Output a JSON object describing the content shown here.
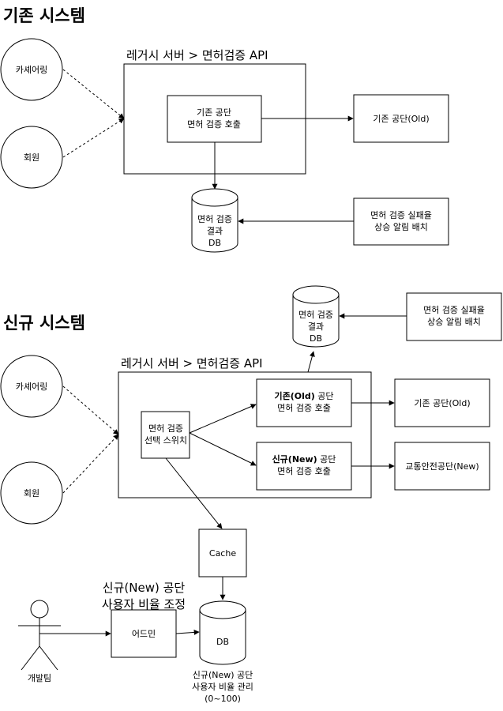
{
  "legacy": {
    "title": "기존 시스템",
    "server_label": "레거시 서버 > 면허검증 API",
    "actor_carsharing": "카셰어링",
    "actor_member": "회원",
    "call_box": [
      "기존 공단",
      "면허 검증 호출"
    ],
    "provider": "기존 공단(Old)",
    "db_label": [
      "면허 검증",
      "결과",
      "DB"
    ],
    "batch": [
      "면허 검증 실패율",
      "상승 알림 배치"
    ]
  },
  "new_system": {
    "title": "신규 시스템",
    "server_label": "레거시 서버 > 면허검증 API",
    "actor_carsharing": "카셰어링",
    "actor_member": "회원",
    "switch_box": [
      "면허 검증",
      "선택 스위치"
    ],
    "old_call_box": {
      "bold": "기존(Old)",
      "rest": " 공단",
      "line2": "면허 검증 호출"
    },
    "new_call_box": {
      "bold": "신규(New)",
      "rest": " 공단",
      "line2": "면허 검증 호출"
    },
    "old_provider": "기존 공단(Old)",
    "new_provider": "교통안전공단(New)",
    "result_db": [
      "면허 검증",
      "결과",
      "DB"
    ],
    "batch": [
      "면허 검증 실패율",
      "상승 알림 배치"
    ],
    "cache": "Cache",
    "db": "DB",
    "db_caption": [
      "신규(New) 공단",
      "사용자 비율 관리",
      "(0~100)"
    ],
    "admin": "어드민",
    "admin_caption": [
      "신규(New) 공단",
      "사용자 비율 조정"
    ],
    "dev_team": "개발팀"
  }
}
